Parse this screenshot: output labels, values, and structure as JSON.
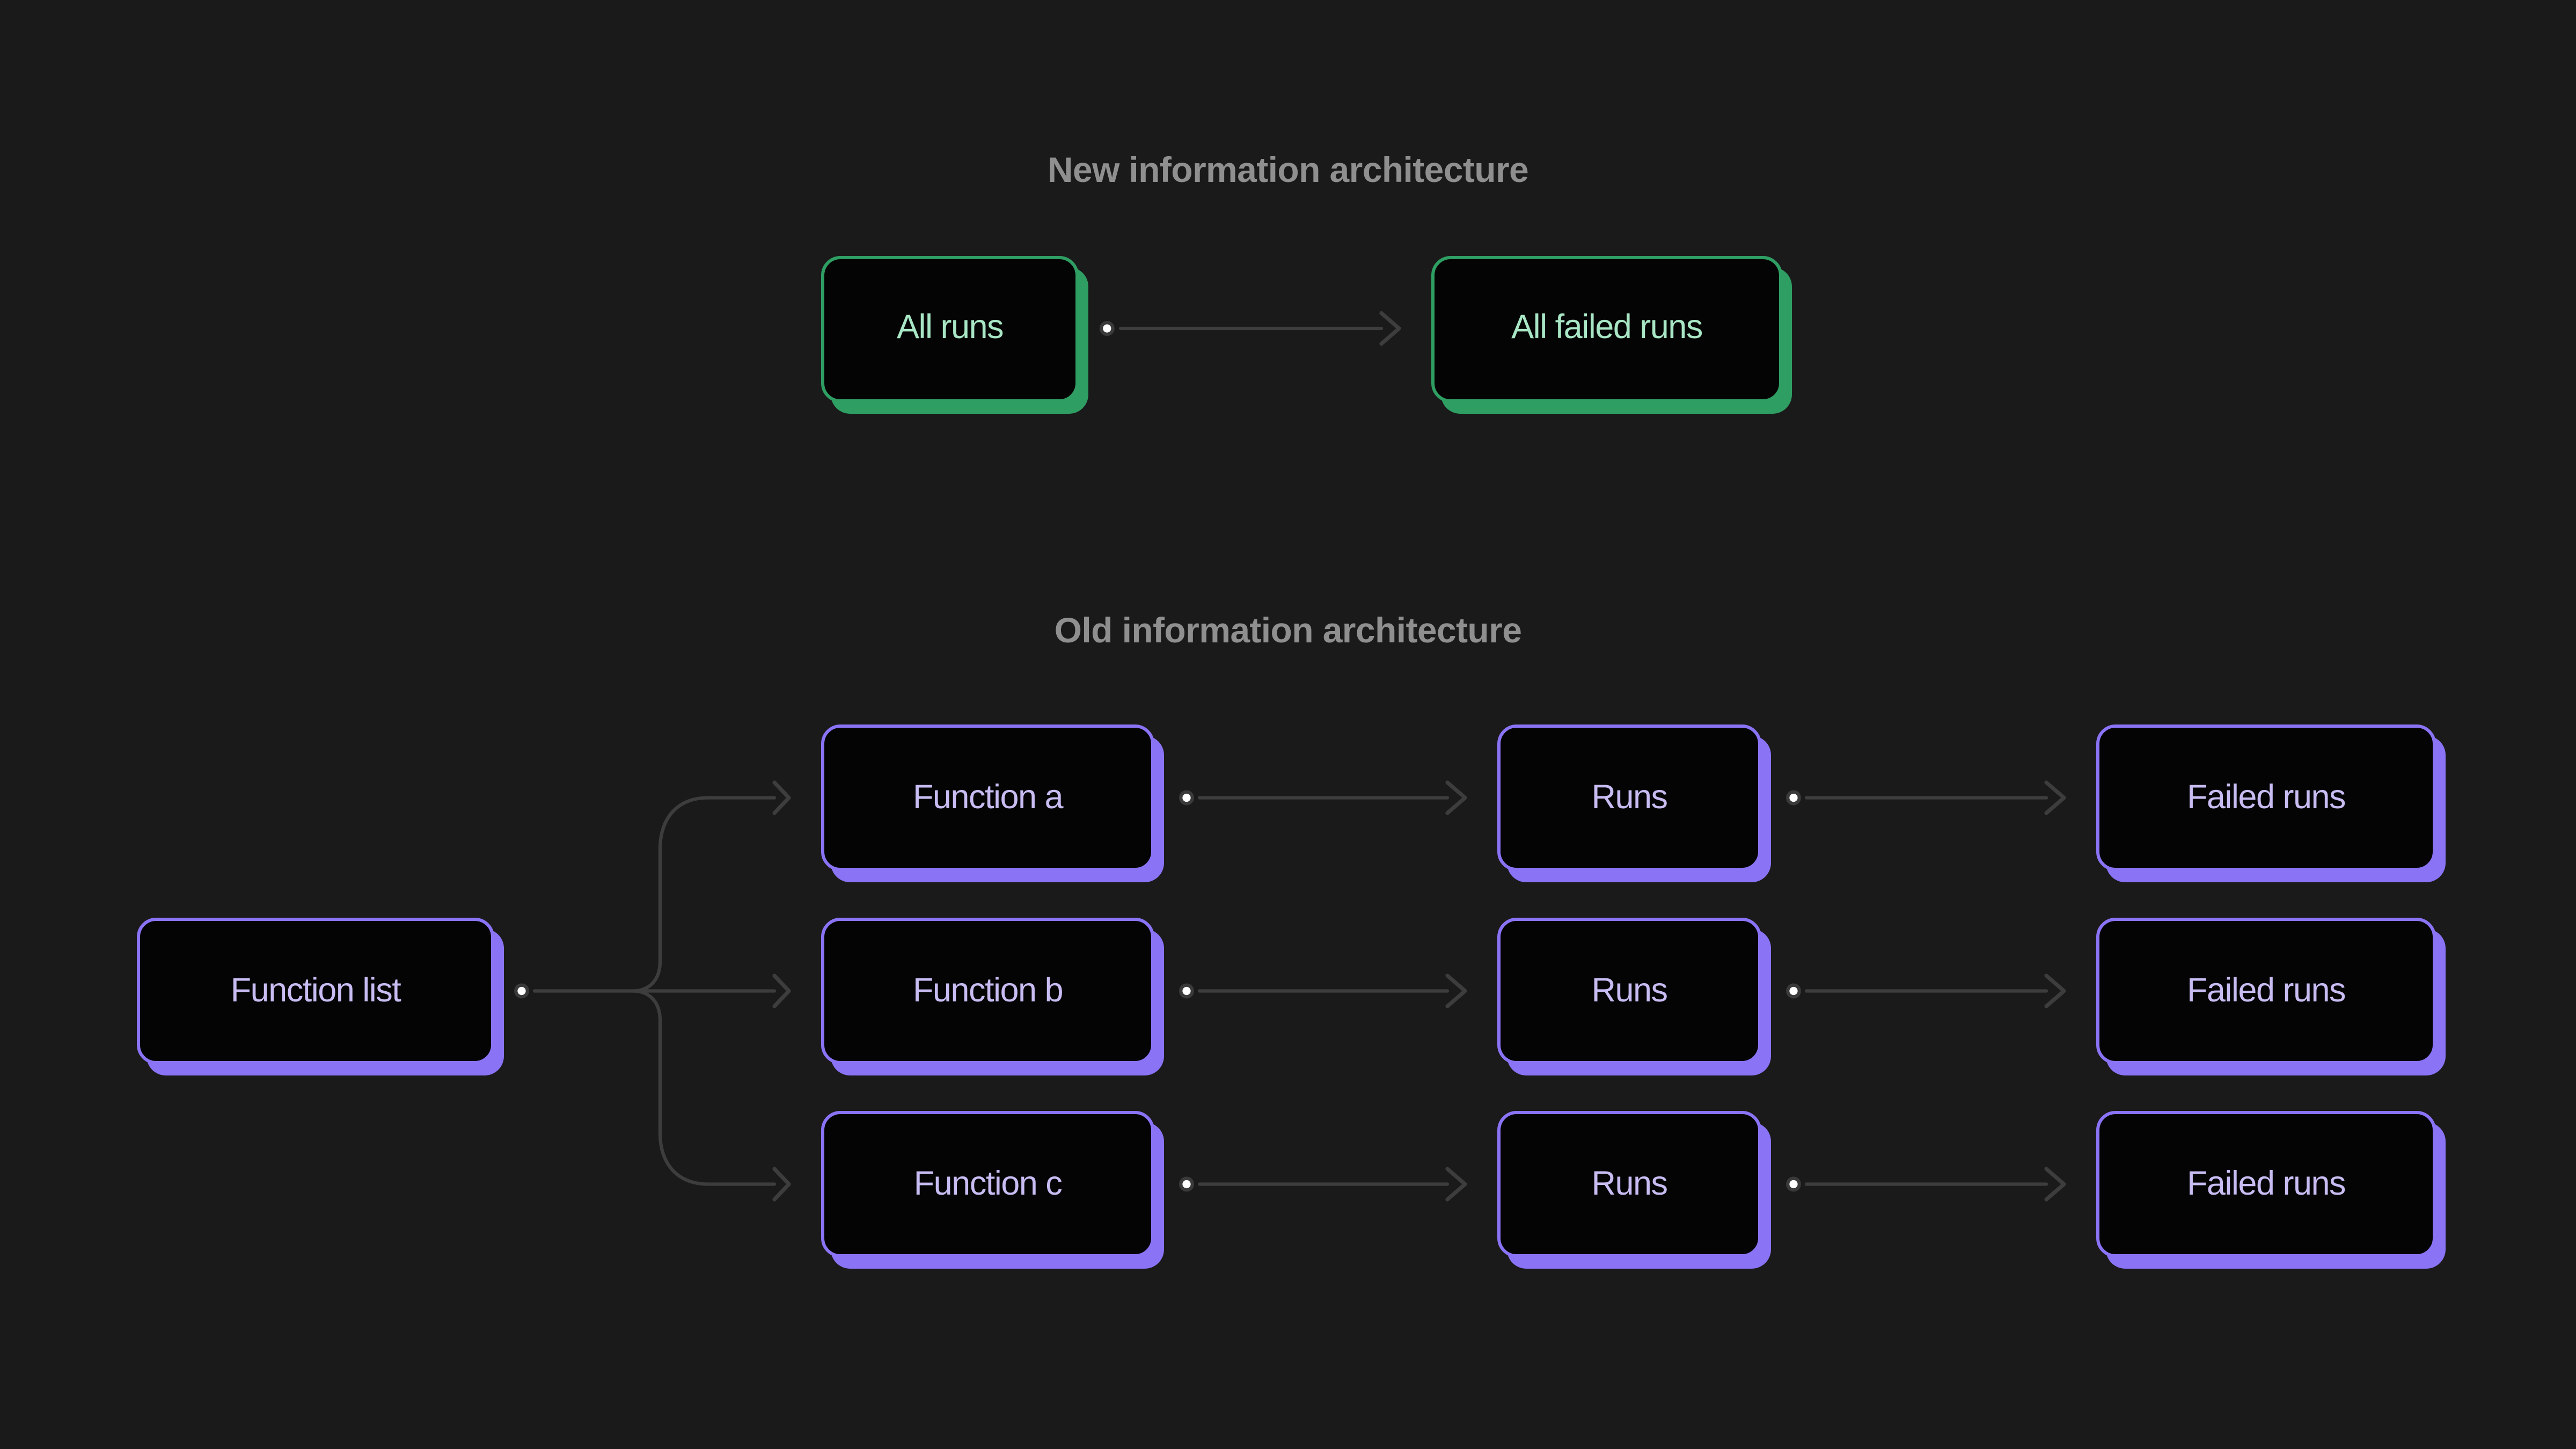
{
  "colors": {
    "background": "#1a1a1a",
    "node_fill": "#040404",
    "green": "#2f9e63",
    "green_text": "#a8e6c5",
    "purple": "#8b73f6",
    "purple_text": "#c8bcf2",
    "title_text": "#8f8f8f",
    "connector": "#3d3d3d",
    "dot_ring": "#3a3a3a",
    "dot_fill": "#ffffff"
  },
  "sections": [
    {
      "title": "New information architecture",
      "nodes": [
        {
          "id": "all-runs",
          "label": "All runs"
        },
        {
          "id": "all-failed-runs",
          "label": "All failed runs"
        }
      ]
    },
    {
      "title": "Old information architecture",
      "nodes": [
        {
          "id": "function-list",
          "label": "Function list"
        },
        {
          "id": "function-a",
          "label": "Function a"
        },
        {
          "id": "function-b",
          "label": "Function b"
        },
        {
          "id": "function-c",
          "label": "Function c"
        },
        {
          "id": "runs-a",
          "label": "Runs"
        },
        {
          "id": "runs-b",
          "label": "Runs"
        },
        {
          "id": "runs-c",
          "label": "Runs"
        },
        {
          "id": "failed-runs-a",
          "label": "Failed runs"
        },
        {
          "id": "failed-runs-b",
          "label": "Failed runs"
        },
        {
          "id": "failed-runs-c",
          "label": "Failed runs"
        }
      ]
    }
  ]
}
